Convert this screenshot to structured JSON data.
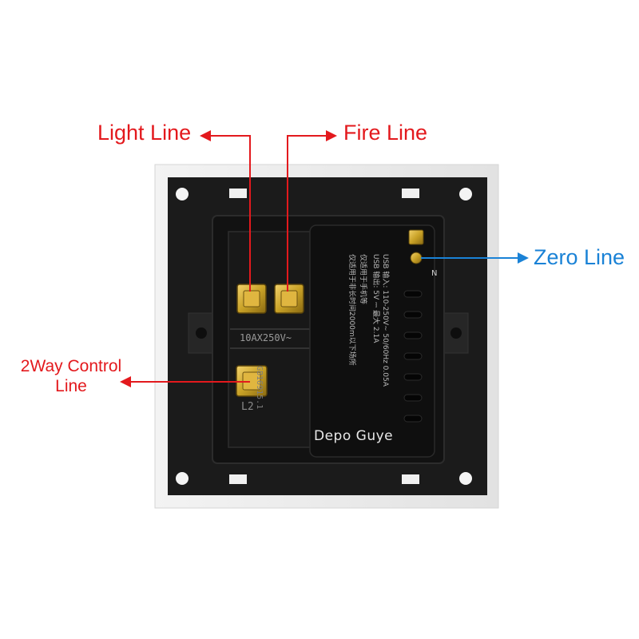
{
  "labels": {
    "light_line": "Light Line",
    "fire_line": "Fire Line",
    "zero_line": "Zero Line",
    "two_way_line1": "2Way Control",
    "two_way_line2": "Line"
  },
  "device": {
    "brand": "Depo Guye",
    "rating": "10AX250V~",
    "terminal_l2": "L2",
    "neutral_mark": "N",
    "cert_code": "GB16915.1",
    "usb_input": "USB 输入: 110-250V~ 50/60Hz 0.05A",
    "usb_output": "USB 输出: 5V ⎓ 最大 2.1A",
    "usb_note1": "仅适用于手机等",
    "usb_note2": "仅适用于非长时间2000m以下场所"
  },
  "colors": {
    "callout_red": "#e3191d",
    "callout_blue": "#1a82d6",
    "plate_white": "#ececec",
    "housing_black": "#141414",
    "terminal_brass": "#c9a227"
  }
}
